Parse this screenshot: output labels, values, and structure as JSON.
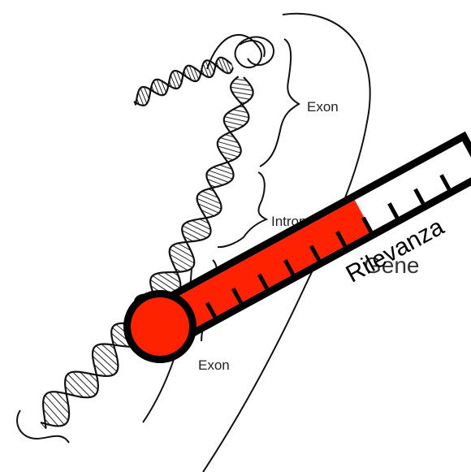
{
  "diagram": {
    "labels": {
      "exon_top": "Exon",
      "intron": "Intron",
      "gene": "Gene",
      "exon_bottom": "Exon"
    },
    "thermometer": {
      "caption": "Rilevanza",
      "fill_fraction": 0.62,
      "fill_color": "#ff2200",
      "outline_color": "#000000",
      "tube_color": "#ffffff"
    },
    "icons": [
      "dna-helix-icon",
      "thermometer-icon"
    ]
  }
}
